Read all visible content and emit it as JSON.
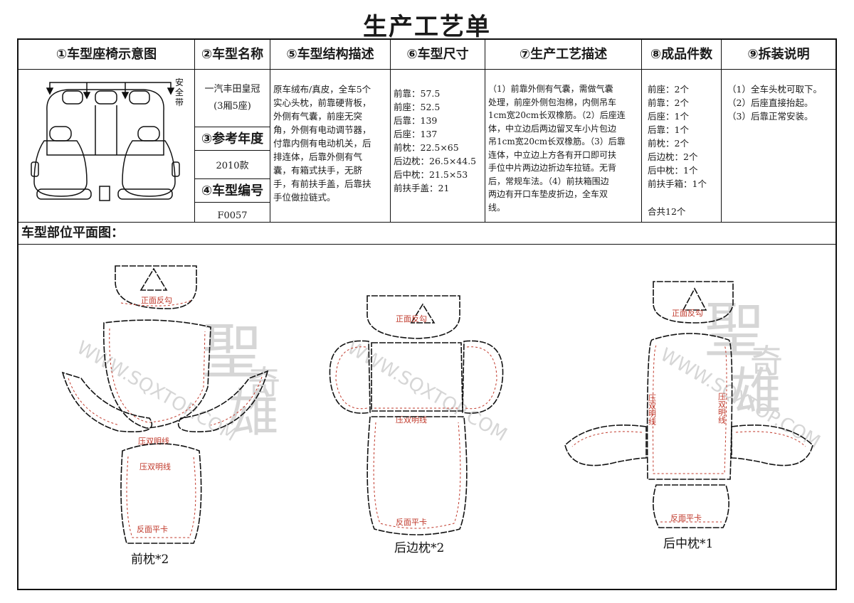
{
  "title": "生产工艺单",
  "headers": {
    "seat_diagram": "①车型座椅示意图",
    "model_name": "②车型名称",
    "structure": "⑤车型结构描述",
    "size": "⑥车型尺寸",
    "process": "⑦生产工艺描述",
    "count": "⑧成品件数",
    "assembly": "⑨拆装说明"
  },
  "seat_diagram": {
    "label_lines": [
      "安",
      "全",
      "带"
    ]
  },
  "model": {
    "name_lines": [
      "一汽丰田皇冠",
      "(3厢5座)"
    ],
    "year_header": "③参考年度",
    "year": "2010款",
    "code_header": "④车型编号",
    "code": "F0057"
  },
  "structure_lines": [
    "原车绒布/真皮，全车5个",
    "实心头枕，前靠硬背板，",
    "外侧有气囊，前座无突",
    "角，外侧有电动调节器，",
    "付靠内侧有电动机关，后",
    "排连体，后靠外侧有气",
    "囊，有箱式扶手，无脐",
    "手，有前扶手盖，后靠扶",
    "手位做拉链式。"
  ],
  "size_lines": [
    "前靠：57.5",
    "前座：52.5",
    "后靠：139",
    "后座：137",
    "前枕：22.5×65",
    "后边枕：26.5×44.5",
    "后中枕：21.5×53",
    "前扶手盖：21"
  ],
  "process_lines": [
    "（1）前靠外侧有气囊，需做气囊",
    "处理，前座外侧包泡棉，内侧吊车",
    "1cm宽20cm长双橡筋。（2）后座连",
    "体，中立边后两边留叉车小片包边",
    "吊1cm宽20cm长双橡筋。（3）后靠",
    "连体，中立边上方各有开口即可扶",
    "手位中片两边边折边车拉链。无背",
    "后，常规车法。（4）前扶箱围边",
    "两边有开口车垫皮折边，全车双",
    "线。"
  ],
  "count_lines": [
    "前座：2个",
    "前靠：2个",
    "后座：1个",
    "后靠：1个",
    "前枕：2个",
    "后边枕：2个",
    "后中枕：1个",
    "前扶手箱：1个"
  ],
  "count_total": "合共12个",
  "assembly_lines": [
    "（1）全车头枕可取下。",
    "（2）后座直接抬起。",
    "（3）后靠正常安装。"
  ],
  "parts_header": "车型部位平面图：",
  "parts": {
    "front": {
      "label": "前枕*2",
      "mark_top": "正面反勾",
      "mark_mid1": "压双明线",
      "mark_mid2": "压双明线",
      "mark_bottom": "反面平卡"
    },
    "rear_side": {
      "label": "后边枕*2",
      "mark_top": "正面反勾",
      "mark_mid": "压双明线",
      "mark_bottom": "反面平卡"
    },
    "rear_center": {
      "label": "后中枕*1",
      "mark_top": "正面反勾",
      "mark_left": "压双明线",
      "mark_right": "压双明线",
      "mark_bottom": "反面平卡"
    }
  },
  "watermark": {
    "brand_chars": [
      "聖",
      "奇",
      "雄"
    ],
    "url": "WWW.SQXTOP.COM"
  },
  "colors": {
    "stitch": "#c0392b",
    "line": "#111111",
    "watermark": "#cfcfcf"
  }
}
